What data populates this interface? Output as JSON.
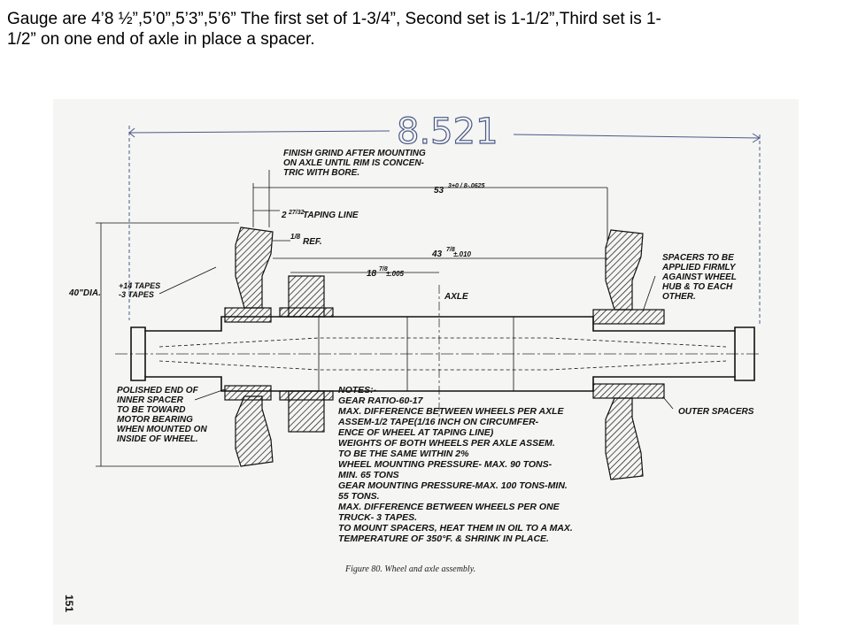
{
  "headline": {
    "line1": "Gauge are 4’8 ½”,5’0”,5’3”,5’6”  The first set of 1-3/4”, Second set is 1-1/2”,Third set is 1-",
    "line2": "1/2” on one end of axle in place a spacer."
  },
  "drawing": {
    "handwritten_dimension": "8.521",
    "labels": {
      "finish_grind_1": "FINISH GRIND AFTER MOUNTING",
      "finish_grind_2": "ON AXLE UNTIL  RIM IS CONCEN-",
      "finish_grind_3": "TRIC WITH BORE.",
      "dim_53": "53",
      "dim_53_frac": "3+0 / 8-.0625",
      "dim_2_taping": "2",
      "dim_2_frac": "27/32",
      "taping_line": "TAPING LINE",
      "ref_frac": "1/8",
      "ref": "REF.",
      "dim_43": "43",
      "dim_43_frac": "7/8",
      "dim_43_tol": "±.010",
      "dim_18": "18",
      "dim_18_frac": "7/8",
      "dim_18_tol": "±.005",
      "axle": "AXLE",
      "dia": "40\"DIA.",
      "tapes_plus": "+14 TAPES",
      "tapes_minus": "-3 TAPES",
      "spacers_1": "SPACERS TO BE",
      "spacers_2": "APPLIED FIRMLY",
      "spacers_3": "AGAINST WHEEL",
      "spacers_4": "HUB & TO EACH",
      "spacers_5": "OTHER.",
      "polished_1": "POLISHED END OF",
      "polished_2": "INNER SPACER",
      "polished_3": "TO BE TOWARD",
      "polished_4": "MOTOR BEARING",
      "polished_5": "WHEN MOUNTED ON",
      "polished_6": "INSIDE OF WHEEL.",
      "outer_spacers": "OUTER SPACERS"
    },
    "notes": [
      "NOTES:-",
      "GEAR RATIO-60-17",
      "MAX. DIFFERENCE BETWEEN WHEELS PER AXLE",
      "  ASSEM-1/2 TAPE(1/16 INCH ON CIRCUMFER-",
      "  ENCE OF WHEEL AT TAPING LINE)",
      "WEIGHTS OF BOTH WHEELS PER AXLE ASSEM.",
      "  TO BE THE SAME WITHIN 2%",
      "WHEEL MOUNTING PRESSURE- MAX. 90 TONS-",
      "  MIN. 65 TONS",
      "GEAR MOUNTING PRESSURE-MAX. 100 TONS-MIN.",
      "  55 TONS.",
      "MAX. DIFFERENCE BETWEEN WHEELS PER ONE",
      "  TRUCK- 3 TAPES.",
      "TO MOUNT SPACERS, HEAT THEM IN OIL TO A MAX.",
      "  TEMPERATURE OF 350°F. & SHRINK IN PLACE."
    ],
    "caption": "Figure 80. Wheel and axle assembly.",
    "page_number": "151"
  }
}
